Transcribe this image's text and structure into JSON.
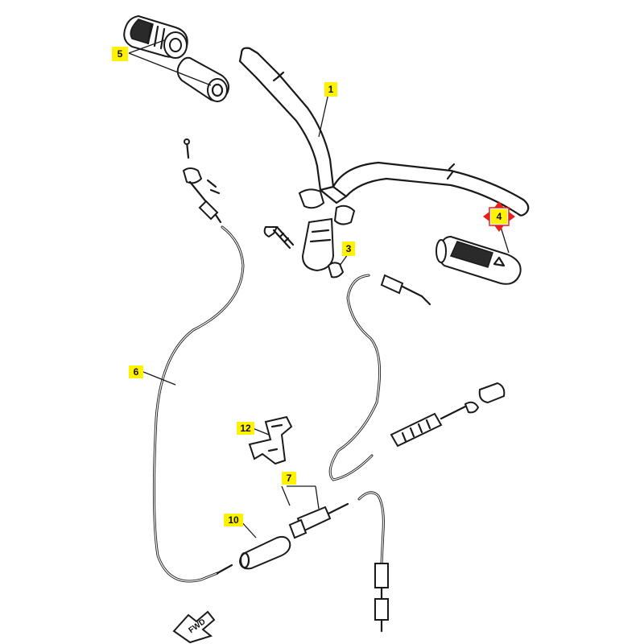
{
  "colors": {
    "label_highlight": "#fff200",
    "selection_handles": "#e8201a",
    "line": "#1a1a1a"
  },
  "callouts": [
    {
      "id": "1",
      "text": "1"
    },
    {
      "id": "3",
      "text": "3"
    },
    {
      "id": "4",
      "text": "4",
      "selected": true
    },
    {
      "id": "5",
      "text": "5"
    },
    {
      "id": "6",
      "text": "6"
    },
    {
      "id": "7",
      "text": "7"
    },
    {
      "id": "10",
      "text": "10"
    },
    {
      "id": "12",
      "text": "12"
    }
  ],
  "direction_marker": {
    "text": "FWD"
  },
  "icons": {
    "selection": "move-arrows-icon",
    "direction": "forward-arrow-icon"
  }
}
